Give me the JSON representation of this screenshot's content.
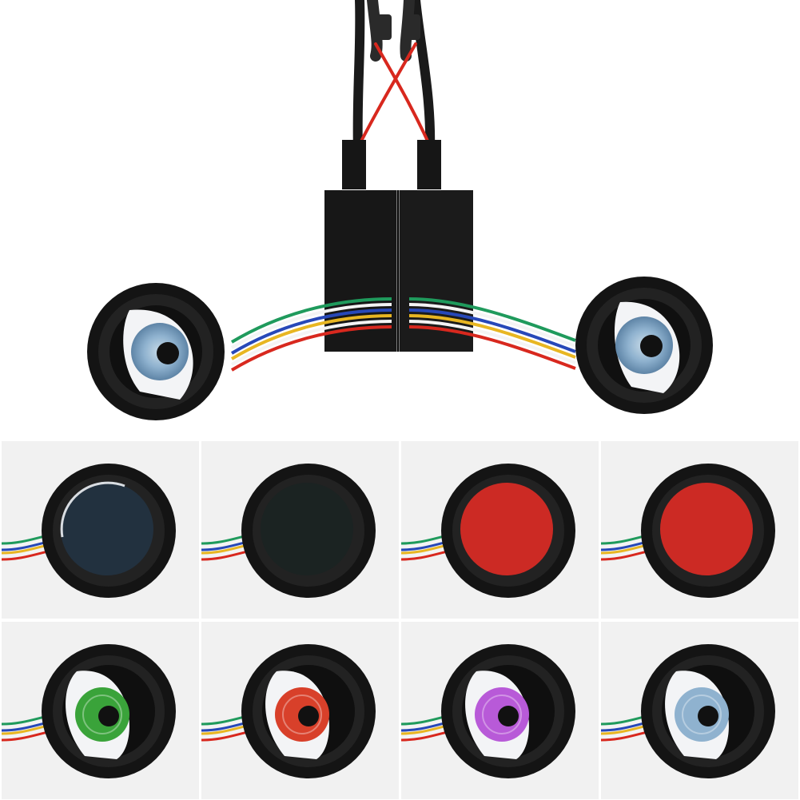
{
  "colors": {
    "background": "#ffffff",
    "tile_background": "#f1f1f1",
    "housing": "#141414",
    "bezel": "#222222",
    "wire_red": "#d8281e",
    "wire_green": "#1f9a5c",
    "wire_white": "#f4f4f4",
    "wire_blue": "#2748b8",
    "wire_yellow": "#e8b622",
    "wire_dark": "#1a1a1a"
  },
  "hero": {
    "description_icon": "eye-display-module-pair",
    "left_eye": {
      "iris_color": "#8fb2cf",
      "pupil_color": "#111111"
    },
    "right_eye": {
      "iris_color": "#8fb2cf",
      "pupil_color": "#111111"
    }
  },
  "variants": [
    {
      "id": "dark-blue",
      "kind": "solid",
      "color": "#22313f",
      "highlight": true
    },
    {
      "id": "black",
      "kind": "solid",
      "color": "#1b2322",
      "highlight": false
    },
    {
      "id": "red-1",
      "kind": "solid",
      "color": "#cc2a24",
      "highlight": false
    },
    {
      "id": "red-2",
      "kind": "solid",
      "color": "#cc2a24",
      "highlight": false
    },
    {
      "id": "green-eye",
      "kind": "eye",
      "color": "#3aa33a",
      "highlight": false
    },
    {
      "id": "red-eye",
      "kind": "eye",
      "color": "#d8402a",
      "highlight": false
    },
    {
      "id": "purple-eye",
      "kind": "eye",
      "color": "#b85ad8",
      "highlight": false
    },
    {
      "id": "blue-eye",
      "kind": "eye",
      "color": "#8fb2cf",
      "highlight": false
    }
  ]
}
